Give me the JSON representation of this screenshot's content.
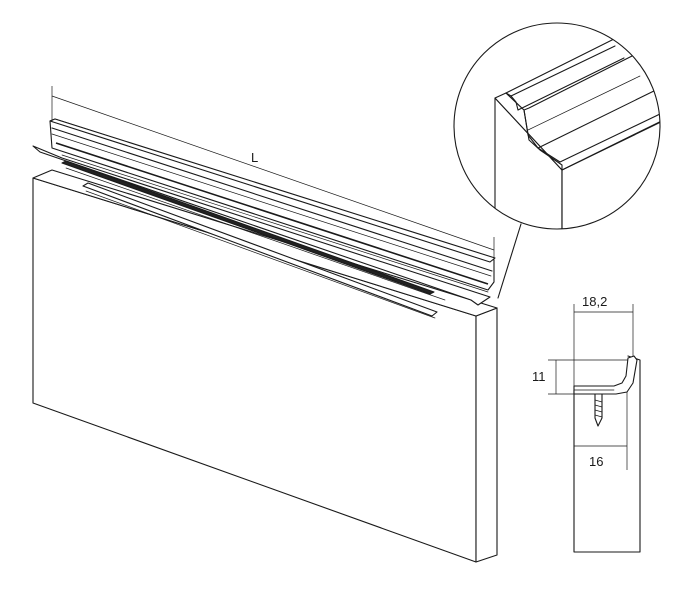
{
  "dimensions": {
    "length_label": "L",
    "width_label": "18,2",
    "height_label": "11",
    "depth_label": "16"
  }
}
